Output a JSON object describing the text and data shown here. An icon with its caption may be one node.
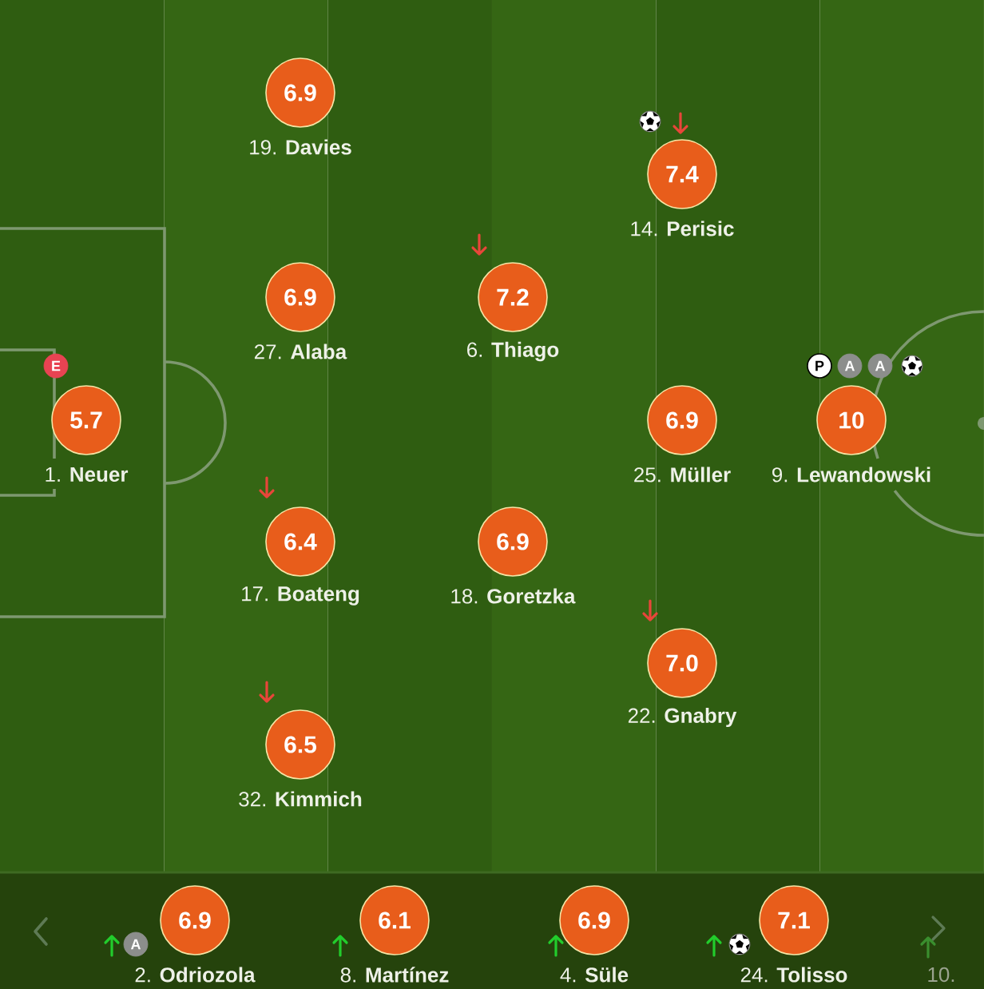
{
  "diagram": {
    "nodes": [
      {
        "text": [
          "5.7"
        ],
        "beside": [
          "1. **Neuer**",
          "E"
        ]
      },
      {
        "text": [
          "6.9"
        ],
        "beside": [
          "19. **Davies**"
        ]
      },
      {
        "text": [
          "6.9"
        ],
        "beside": [
          "27. **Alaba**"
        ]
      },
      {
        "text": [
          "6.4"
        ],
        "beside": [
          "17. **Boateng**"
        ]
      },
      {
        "text": [
          "6.5"
        ],
        "beside": [
          "32. **Kimmich**"
        ]
      },
      {
        "text": [
          "7.2"
        ],
        "beside": [
          "6. **Thiago**"
        ]
      },
      {
        "text": [
          "6.9"
        ],
        "beside": [
          "18. **Goretzka**"
        ]
      },
      {
        "text": [
          "7.4"
        ],
        "beside": [
          "14. **Perisic**"
        ]
      },
      {
        "text": [
          "6.9"
        ],
        "beside": [
          "25. **Müller**"
        ]
      },
      {
        "text": [
          "7.0"
        ],
        "beside": [
          "22. **Gnabry**"
        ]
      },
      {
        "text": [
          "10"
        ],
        "beside": [
          "9. **Lewandowski**",
          "P",
          "A",
          "A"
        ]
      },
      {
        "text": [
          "6.9"
        ],
        "beside": [
          "2. **Odriozola**",
          "A"
        ]
      },
      {
        "text": [
          "6.1"
        ],
        "beside": [
          "8. **Martínez**"
        ]
      },
      {
        "text": [
          "6.9"
        ],
        "beside": [
          "4. **Süle**"
        ]
      },
      {
        "text": [
          "7.1"
        ],
        "beside": [
          "24. **Tolisso**"
        ]
      }
    ],
    "labels": [
      "10."
    ]
  }
}
